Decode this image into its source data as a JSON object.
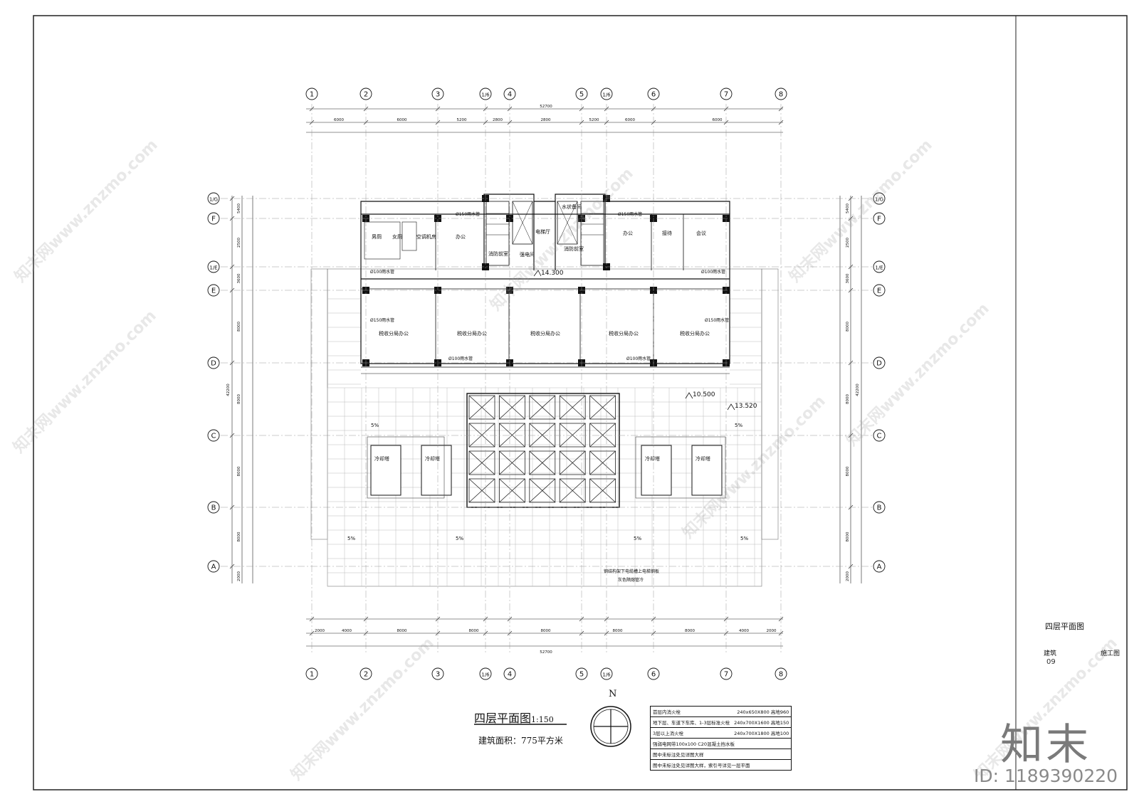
{
  "title_block": {
    "drawing_title": "四层平面图",
    "discipline": "建筑",
    "stage": "施工图",
    "sheet_no": "09"
  },
  "plan_caption": {
    "title": "四层平面图",
    "scale": "1:150",
    "area_label": "建筑面积：",
    "area_value": "775平方米"
  },
  "north_label": "N",
  "grid_labels": {
    "columns": [
      "1",
      "2",
      "3",
      "1/6",
      "4",
      "5",
      "1/6",
      "6",
      "7",
      "8"
    ],
    "rows": [
      "1/G",
      "F",
      "1/E",
      "E",
      "D",
      "C",
      "B",
      "A"
    ]
  },
  "dimensions": {
    "overall_width": "52700",
    "overall_height": "42200",
    "top_bays": [
      "6000",
      "6000",
      "5200",
      "2800",
      "2800",
      "5200",
      "6000",
      "6000"
    ],
    "bottom_bays": [
      "2000",
      "4000",
      "8000",
      "8000",
      "8000",
      "8000",
      "8000",
      "4000",
      "2000"
    ],
    "left_bays": [
      "5400",
      "2500",
      "3600",
      "8000",
      "8000",
      "8000",
      "8000",
      "2000"
    ]
  },
  "elevations": [
    "14.300",
    "10.500",
    "13.520"
  ],
  "rooms": {
    "toilet_men": "男厕",
    "toilet_women": "女厕",
    "ac_room": "空调机房",
    "office_small_1": "办公",
    "office_small_2": "办公",
    "elevator_hall": "电梯厅",
    "smoke_front_1": "消防前室",
    "smoke_front_2": "消防前室",
    "elec_room": "强电间",
    "water_valve_room": "水状备间",
    "reception": "接待",
    "meeting": "会议",
    "tax_office": "税收分局办公",
    "cooling_tower": "冷却塔",
    "roof_note_1": "钢结构架下电缆槽上电梯钢板",
    "roof_note_2": "灰色隔熔管冷"
  },
  "pipes": [
    "Ø150雨水管",
    "Ø100雨水管",
    "Ø150雨水管",
    "Ø100雨水管",
    "Ø100雨水管",
    "Ø150雨水管",
    "Ø100雨水管",
    "Ø150雨水管"
  ],
  "slopes": [
    "5%",
    "5%",
    "5%",
    "5%",
    "5%",
    "5%"
  ],
  "legend_rows": [
    {
      "label": "首层内消火栓",
      "size": "240x650X800 高地960"
    },
    {
      "label": "地下层、车道下车库、1-3层标准火栓",
      "size": "240x700X1600 高地150"
    },
    {
      "label": "3层以上消火栓",
      "size": "240x700X1800 高地100"
    },
    {
      "label": "强弱电网带100x100 C20混凝土挡水板",
      "size": ""
    },
    {
      "label": "图中未标注处见详图大样",
      "size": ""
    },
    {
      "label": "图中未标注处见详图大样，索引号详见一层平面",
      "size": ""
    }
  ],
  "watermarks": [
    "知末网www.znzmo.com"
  ],
  "brand_logo_text": "知末",
  "image_id": "ID: 1189390220"
}
